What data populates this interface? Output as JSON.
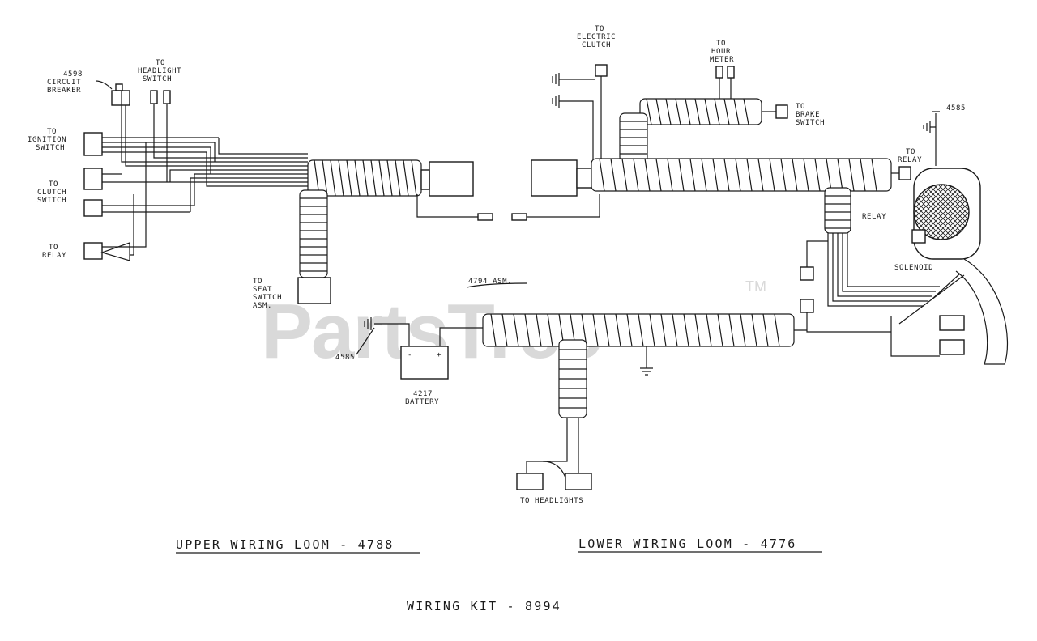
{
  "watermark": {
    "text": "PartsTree",
    "mark": "TM"
  },
  "labels": {
    "circuit_breaker": [
      "4598",
      "CIRCUIT",
      "BREAKER"
    ],
    "headlight_switch": [
      "TO",
      "HEADLIGHT",
      "SWITCH"
    ],
    "ignition_switch": [
      "TO",
      "IGNITION",
      "SWITCH"
    ],
    "clutch_switch": [
      "TO",
      "CLUTCH",
      "SWITCH"
    ],
    "relay_left": [
      "TO",
      "RELAY"
    ],
    "seat_switch": [
      "TO",
      "SEAT",
      "SWITCH",
      "ASM."
    ],
    "electric_clutch": [
      "TO",
      "ELECTRIC",
      "CLUTCH"
    ],
    "hour_meter": [
      "TO",
      "HOUR",
      "METER"
    ],
    "brake_switch": [
      "TO",
      "BRAKE",
      "SWITCH"
    ],
    "part_4585_right": "4585",
    "relay_right_top": [
      "TO",
      "RELAY"
    ],
    "relay": "RELAY",
    "solenoid": "SOLENOID",
    "asm_4794": "4794 ASM.",
    "part_4585_left": "4585",
    "battery": [
      "4217",
      "BATTERY"
    ],
    "battery_minus": "-",
    "battery_plus": "+",
    "headlights": "TO HEADLIGHTS"
  },
  "captions": {
    "upper": "UPPER WIRING LOOM - 4788",
    "lower": "LOWER WIRING LOOM - 4776",
    "kit": "WIRING KIT - 8994"
  },
  "icons": [
    "ground-symbol",
    "connector",
    "coil-loom",
    "starter-motor"
  ]
}
